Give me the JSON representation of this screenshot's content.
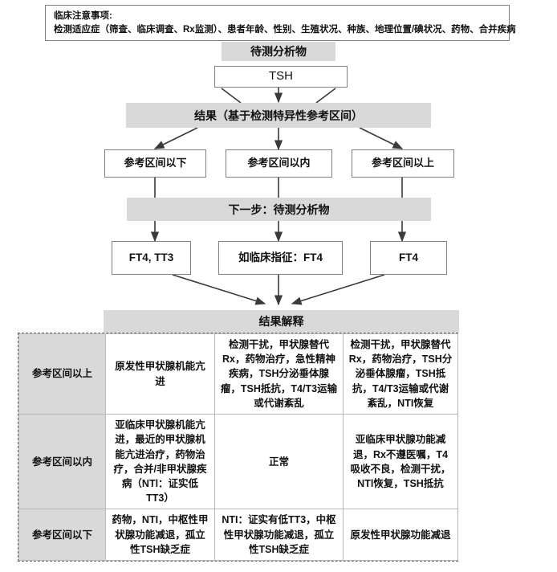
{
  "clinical_note": {
    "title": "临床注意事项:",
    "body": "检测适应症（筛查、临床调查、Rx监测）、患者年龄、性别、生殖状况、种族、地理位置/碘状况、药物、合并疾病"
  },
  "flow": {
    "analyte_header": "待测分析物",
    "analyte_box": "TSH",
    "results_header": "结果（基于检测特异性参考区间）",
    "result_boxes": [
      "参考区间以下",
      "参考区间以内",
      "参考区间以上"
    ],
    "next_step_header": "下一步：待测分析物",
    "next_step_boxes": [
      "FT4, TT3",
      "如临床指征：FT4",
      "FT4"
    ]
  },
  "interpretation": {
    "header": "结果解释",
    "rows": [
      {
        "label": "参考区间以上",
        "cells": [
          "原发性甲状腺机能亢进",
          "检测干扰，甲状腺替代Rx，药物治疗，急性精神疾病，TSH分泌垂体腺瘤，TSH抵抗，T4/T3运输或代谢紊乱",
          "检测干扰，甲状腺替代Rx，药物治疗，TSH分泌垂体腺瘤，TSH抵抗，T4/T3运输或代谢紊乱，NTI恢复"
        ]
      },
      {
        "label": "参考区间以内",
        "cells": [
          "亚临床甲状腺机能亢进，最近的甲状腺机能亢进治疗，药物治疗，合并/非甲状腺疾病（NTl：证实低TT3）",
          "正常",
          "亚临床甲状腺功能减退，Rx不遵医嘱，T4吸收不良，检测干扰，NTl恢复，TSH抵抗"
        ]
      },
      {
        "label": "参考区间以下",
        "cells": [
          "药物，NTI，中枢性甲状腺功能减退，孤立性TSH缺乏症",
          "NTI：证实有低TT3，中枢性甲状腺功能减退，孤立性TSH缺乏症",
          "原发性甲状腺功能减退"
        ]
      }
    ]
  },
  "colors": {
    "header_fill": "#d9d9d9",
    "box_border": "#808080",
    "arrow": "#3a3a3a",
    "table_border": "#b8b8b8",
    "outer_dashed": "#666666"
  }
}
